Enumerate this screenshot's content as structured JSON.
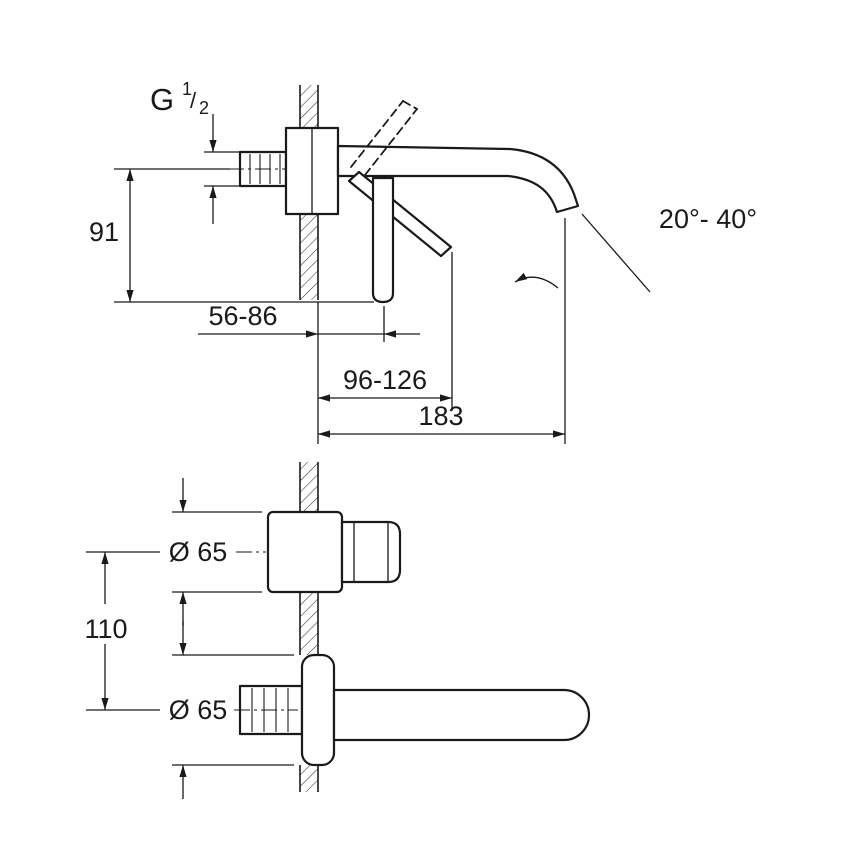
{
  "colors": {
    "line": "#1a1a1a",
    "background": "#ffffff"
  },
  "top_view": {
    "thread_size": {
      "prefix": "G",
      "numerator": "1",
      "slash": "/",
      "denominator": "2"
    },
    "dims": {
      "height": "91",
      "wall_depth_range": "56-86",
      "handle_reach_range": "96-126",
      "spout_reach": "183",
      "angle_range": "20°- 40°"
    }
  },
  "bottom_view": {
    "dims": {
      "top_escutcheon_diameter": "Ø 65",
      "center_distance": "110",
      "bottom_escutcheon_diameter": "Ø 65"
    }
  }
}
